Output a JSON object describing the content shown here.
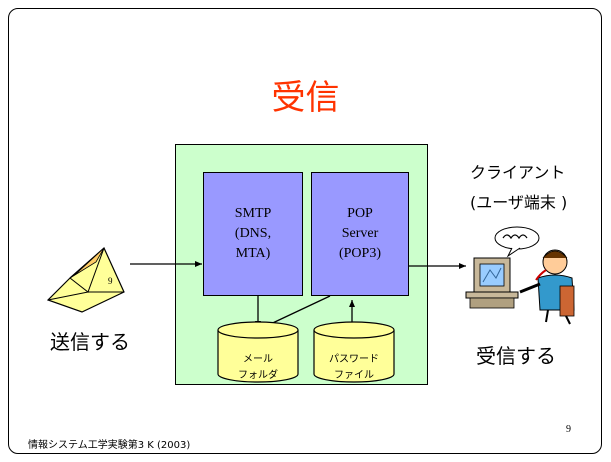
{
  "title": "受信",
  "smtp_box": {
    "line1": "SMTP",
    "line2": "(DNS,",
    "line3": "MTA)"
  },
  "pop_box": {
    "line1": "POP",
    "line2": "Server",
    "line3": "(POP3)"
  },
  "mail_folder": {
    "line1": "メール",
    "line2": "フォルダ"
  },
  "password_file": {
    "line1": "パスワード",
    "line2": "ファイル"
  },
  "client": {
    "line1": "クライアント",
    "line2": "(ユーザ端末 )"
  },
  "send_label": "送信する",
  "receive_label": "受信する",
  "footer": "情報システム工学実験第3 K (2003)",
  "page_number": "9",
  "colors": {
    "title": "#ff3300",
    "panel": "#ccffcc",
    "server": "#9999ff",
    "cylinder": "#ffff99"
  },
  "icons": [
    "envelope-icon",
    "user-at-computer-icon"
  ]
}
